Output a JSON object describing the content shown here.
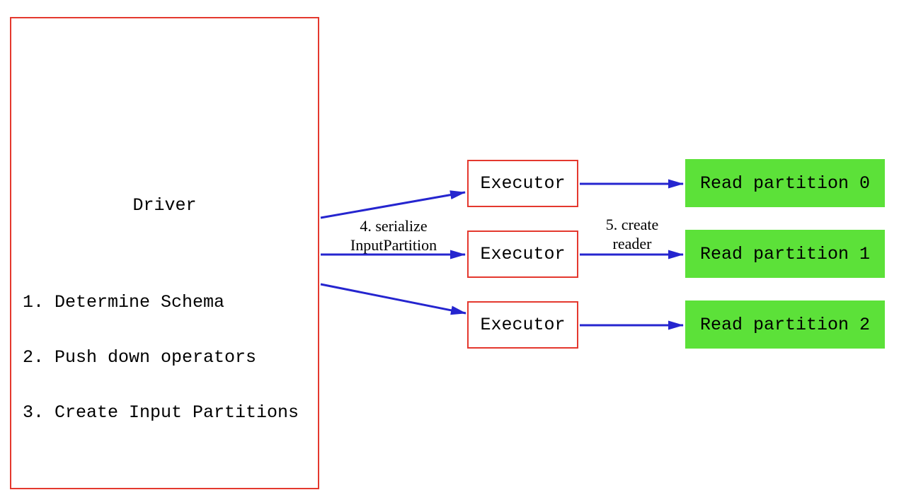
{
  "diagram": {
    "driver": {
      "title": "Driver",
      "steps": [
        "1. Determine Schema",
        "2. Push down operators",
        "3. Create Input Partitions"
      ]
    },
    "executors": [
      "Executor",
      "Executor",
      "Executor"
    ],
    "partitions": [
      "Read partition 0",
      "Read partition 1",
      "Read partition 2"
    ],
    "edge_labels": {
      "serialize_line1": "4. serialize",
      "serialize_line2": "InputPartition",
      "reader_line1": "5. create",
      "reader_line2": "reader"
    },
    "colors": {
      "node_border": "#e4382e",
      "arrow": "#2525cf",
      "partition_fill": "#5ce139",
      "text": "#000000",
      "background": "#ffffff"
    }
  }
}
